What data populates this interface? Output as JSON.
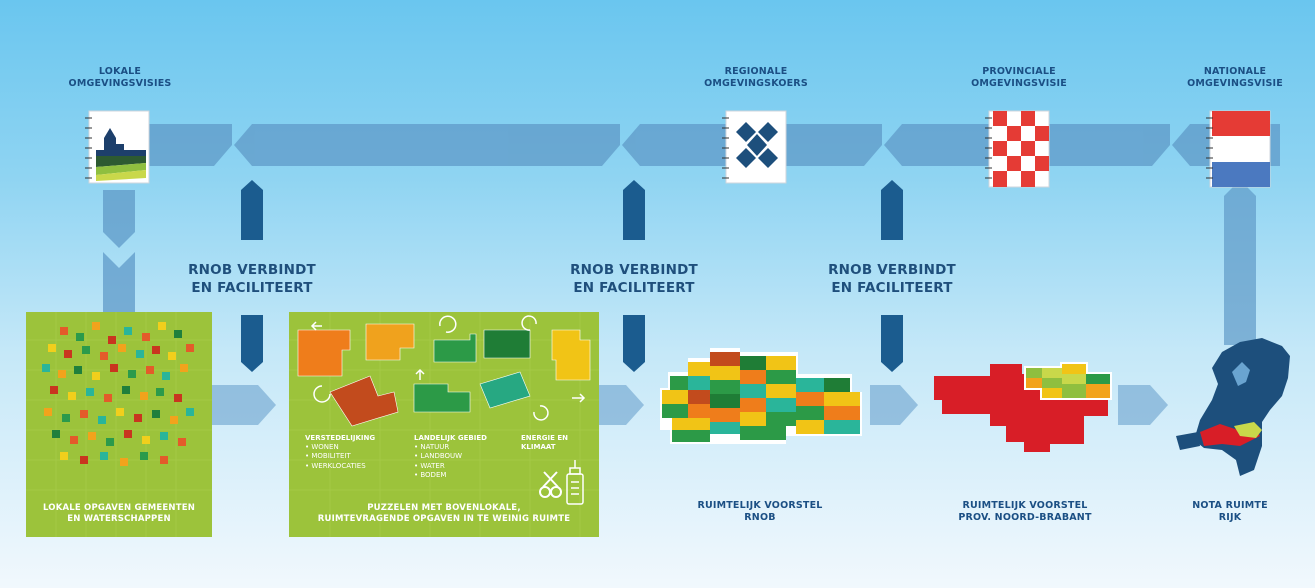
{
  "top_labels": {
    "lokale": "LOKALE\nOMGEVINGSVISIES",
    "regionale": "REGIONALE\nOMGEVINGSKOERS",
    "provinciale": "PROVINCIALE\nOMGEVINGSVISIE",
    "nationale": "NATIONALE\nOMGEVINGSVISIE"
  },
  "connector_label": "RNOB VERBINDT\nEN FACILITEERT",
  "panel_local": {
    "caption": "LOKALE OPGAVEN GEMEENTEN\nEN WATERSCHAPPEN"
  },
  "panel_puzzle": {
    "caption": "PUZZELEN MET BOVENLOKALE,\nRUIMTEVRAGENDE OPGAVEN IN TE WEINIG RUIMTE",
    "categories": [
      {
        "title": "VERSTEDELIJKING",
        "items": [
          "WONEN",
          "MOBILITEIT",
          "WERKLOCATIES"
        ]
      },
      {
        "title": "LANDELIJK GEBIED",
        "items": [
          "NATUUR",
          "LANDBOUW",
          "WATER",
          "BODEM"
        ]
      },
      {
        "title": "ENERGIE EN\nKLIMAAT",
        "items": []
      }
    ]
  },
  "bottom_labels": {
    "rnob": "RUIMTELIJK VOORSTEL\nRNOB",
    "brabant": "RUIMTELIJK VOORSTEL\nPROV. NOORD-BRABANT",
    "rijk": "NOTA RUIMTE\nRIJK"
  },
  "colors": {
    "flow_band": "#5f9ac8",
    "connector": "#1b5c8f",
    "panel_green": "#9cc33b",
    "label_text": "#1b4f84",
    "nl_red": "#e53b35",
    "nl_blue": "#4b79c0",
    "brabant_red": "#d81e27",
    "nl_dark_blue": "#1d4f7c"
  },
  "icons": {
    "lokaal_book": "village-notebook-icon",
    "regionaal_book": "diamond-pattern-notebook-icon",
    "provinciaal_book": "brabant-checker-notebook-icon",
    "nationaal_book": "dutch-flag-notebook-icon",
    "scissors": "scissors-icon",
    "glue": "glue-icon"
  }
}
